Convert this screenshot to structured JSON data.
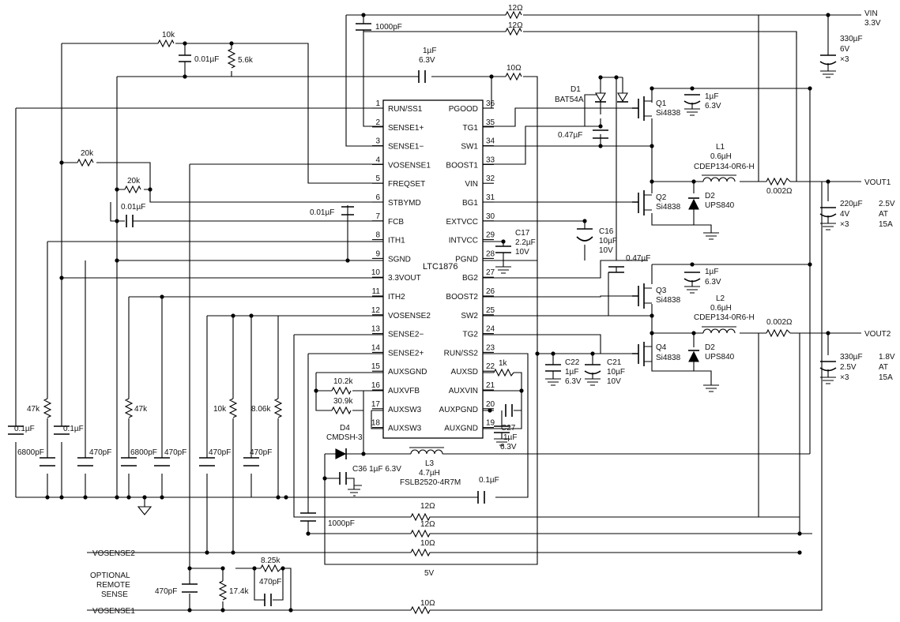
{
  "ic": {
    "name": "LTC1876",
    "left_pins": [
      {
        "num": "1",
        "name": "RUN/SS1"
      },
      {
        "num": "2",
        "name": "SENSE1+"
      },
      {
        "num": "3",
        "name": "SENSE1−"
      },
      {
        "num": "4",
        "name": "VOSENSE1"
      },
      {
        "num": "5",
        "name": "FREQSET"
      },
      {
        "num": "6",
        "name": "STBYMD"
      },
      {
        "num": "7",
        "name": "FCB"
      },
      {
        "num": "8",
        "name": "ITH1"
      },
      {
        "num": "9",
        "name": "SGND"
      },
      {
        "num": "10",
        "name": "3.3VOUT"
      },
      {
        "num": "11",
        "name": "ITH2"
      },
      {
        "num": "12",
        "name": "VOSENSE2"
      },
      {
        "num": "13",
        "name": "SENSE2−"
      },
      {
        "num": "14",
        "name": "SENSE2+"
      },
      {
        "num": "15",
        "name": "AUXSGND"
      },
      {
        "num": "16",
        "name": "AUXVFB"
      },
      {
        "num": "17",
        "name": "AUXSW3"
      },
      {
        "num": "18",
        "name": "AUXSW3"
      }
    ],
    "right_pins": [
      {
        "num": "36",
        "name": "PGOOD"
      },
      {
        "num": "35",
        "name": "TG1"
      },
      {
        "num": "34",
        "name": "SW1"
      },
      {
        "num": "33",
        "name": "BOOST1"
      },
      {
        "num": "32",
        "name": "VIN"
      },
      {
        "num": "31",
        "name": "BG1"
      },
      {
        "num": "30",
        "name": "EXTVCC"
      },
      {
        "num": "29",
        "name": "INTVCC"
      },
      {
        "num": "28",
        "name": "PGND"
      },
      {
        "num": "27",
        "name": "BG2"
      },
      {
        "num": "26",
        "name": "BOOST2"
      },
      {
        "num": "25",
        "name": "SW2"
      },
      {
        "num": "24",
        "name": "TG2"
      },
      {
        "num": "23",
        "name": "RUN/SS2"
      },
      {
        "num": "22",
        "name": "AUXSD"
      },
      {
        "num": "21",
        "name": "AUXVIN"
      },
      {
        "num": "20",
        "name": "AUXPGND"
      },
      {
        "num": "19",
        "name": "AUXGND"
      }
    ]
  },
  "labels": {
    "r12_top1": "12Ω",
    "c1000_top": "1000pF",
    "r12_top2": "12Ω",
    "vin": "VIN",
    "vin_v": "3.3V",
    "r10k": "10k",
    "c001": "0.01µF",
    "r56k": "5.6k",
    "c1u": "1µF",
    "c1u_v": "6.3V",
    "r10_top": "10Ω",
    "c330_top": "330µF",
    "c330_top_v": "6V",
    "c330_top_n": "×3",
    "d1": "D1",
    "d1_part": "BAT54A",
    "q1": "Q1",
    "q1_part": "Si4838",
    "c1u_q1": "1µF",
    "c1u_q1_v": "6.3V",
    "c047_1": "0.47µF",
    "l1": "L1",
    "l1_val": "0.6µH",
    "l1_part": "CDEP134-0R6-H",
    "rs1": "0.002Ω",
    "vout1": "VOUT1",
    "c220": "220µF",
    "c220_v": "4V",
    "c220_n": "×3",
    "vout1_v": "2.5V",
    "vout1_at": "AT",
    "vout1_i": "15A",
    "q2": "Q2",
    "q2_part": "Si4838",
    "d2a": "D2",
    "d2a_part": "UPS840",
    "r20k_a": "20k",
    "r20k_b": "20k",
    "c001_b": "0.01µF",
    "c001_c": "0.01µF",
    "c17": "C17",
    "c17_val": "2.2µF",
    "c17_v": "10V",
    "c16": "C16",
    "c16_val": "10µF",
    "c16_v": "10V",
    "c047_2": "0.47µF",
    "q3": "Q3",
    "q3_part": "Si4838",
    "c1u_q3": "1µF",
    "c1u_q3_v": "6.3V",
    "l2": "L2",
    "l2_val": "0.6µH",
    "l2_part": "CDEP134-0R6-H",
    "rs2": "0.002Ω",
    "vout2": "VOUT2",
    "c330_b": "330µF",
    "c330_b_v": "2.5V",
    "c330_b_n": "×3",
    "vout2_v": "1.8V",
    "vout2_at": "AT",
    "vout2_i": "15A",
    "q4": "Q4",
    "q4_part": "Si4838",
    "d2b": "D2",
    "d2b_part": "UPS840",
    "c22": "C22",
    "c22_val": "1µF",
    "c22_v": "6.3V",
    "c21": "C21",
    "c21_val": "10µF",
    "c21_v": "10V",
    "r1k": "1k",
    "r102k": "10.2k",
    "r309k": "30.9k",
    "c27": "C27",
    "c27_val": "1µF",
    "c27_v": "6.3V",
    "d4": "D4",
    "d4_part": "CMDSH-3",
    "l3": "L3",
    "l3_val": "4.7µH",
    "l3_part": "FSLB2520-4R7M",
    "c36": "C36 1µF 6.3V",
    "c01u_bot": "0.1µF",
    "c01u_a": "0.1µF",
    "c01u_b": "0.1µF",
    "r47k_a": "47k",
    "r47k_b": "47k",
    "r10k_b": "10k",
    "r806k": "8.06k",
    "c6800_a": "6800pF",
    "c470_a": "470pF",
    "c6800_b": "6800pF",
    "c470_b": "470pF",
    "c470_c": "470pF",
    "c470_d": "470pF",
    "c1000_bot": "1000pF",
    "r12_b1": "12Ω",
    "r12_b2": "12Ω",
    "r10_b": "10Ω",
    "v5": "5V",
    "vosense2": "VOSENSE2",
    "opt1": "OPTIONAL",
    "opt2": "REMOTE",
    "opt3": "SENSE",
    "c470_e": "470pF",
    "r174k": "17.4k",
    "r825k": "8.25k",
    "c470_f": "470pF",
    "vosense1": "VOSENSE1",
    "r10_bot": "10Ω"
  }
}
